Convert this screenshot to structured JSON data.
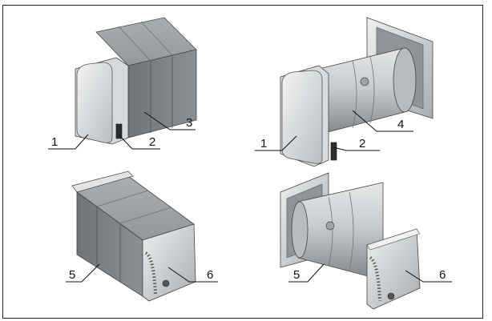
{
  "figure": {
    "views": [
      {
        "id": "top-left",
        "callouts": [
          "1",
          "2",
          "3"
        ]
      },
      {
        "id": "top-right",
        "callouts": [
          "1",
          "2",
          "4"
        ]
      },
      {
        "id": "bottom-left",
        "callouts": [
          "5",
          "6"
        ]
      },
      {
        "id": "bottom-right",
        "callouts": [
          "5",
          "6"
        ]
      }
    ]
  }
}
